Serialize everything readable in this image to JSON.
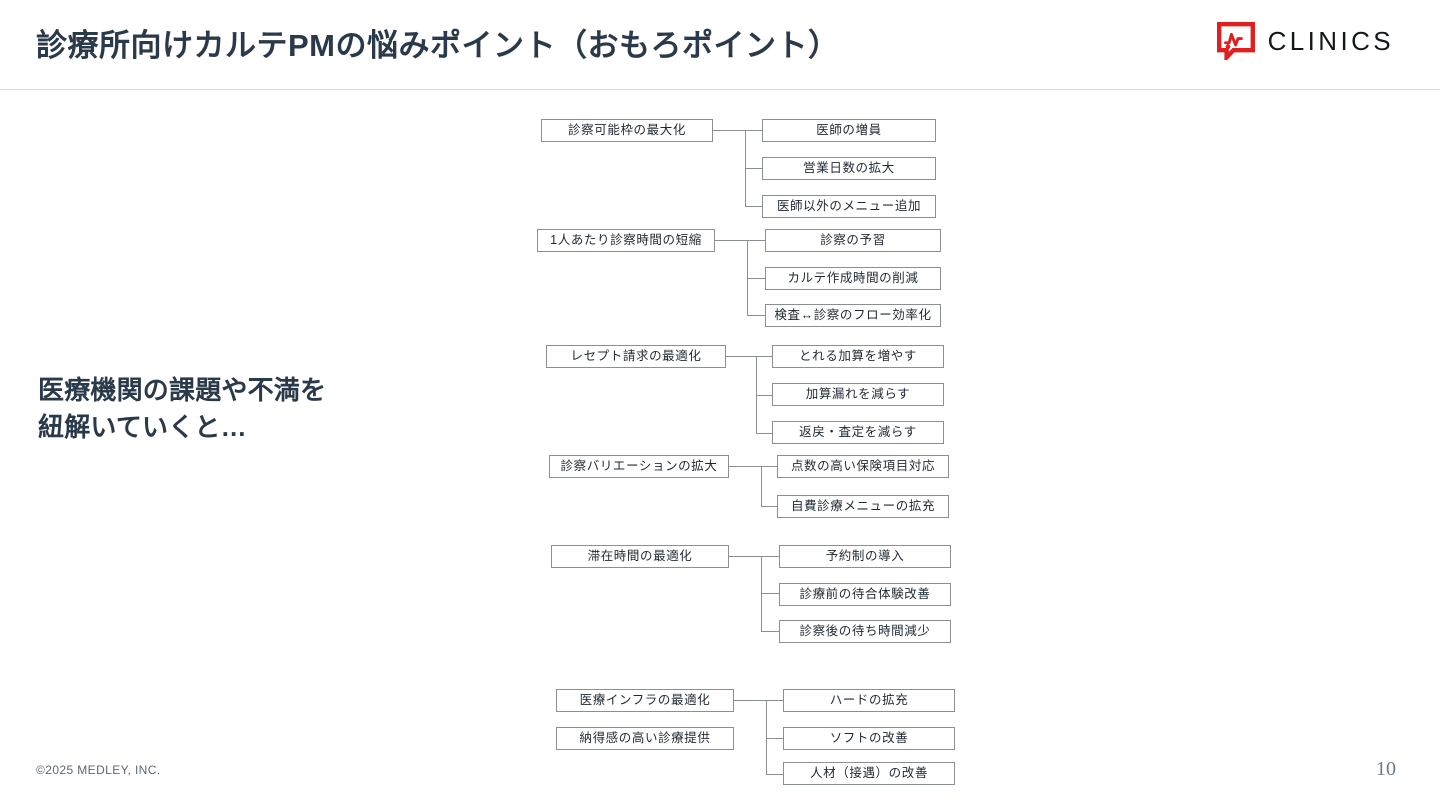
{
  "header": {
    "title": "診療所向けカルテPMの悩みポイント（おもろポイント）",
    "logo_word": "CLINICS",
    "logo_icon": "clinics-speech-bubble-logo",
    "brand_color": "#e02020",
    "title_color": "#2b3a4a"
  },
  "lead": {
    "line1": "医療機関の課題や不満を",
    "line2": "紐解いていくと…"
  },
  "footer": {
    "copyright": "©2025 MEDLEY, INC.",
    "page_number": "10"
  },
  "diagram": {
    "type": "tree",
    "groups": [
      {
        "parents": [
          "診察可能枠の最大化"
        ],
        "children": [
          "医師の増員",
          "営業日数の拡大",
          "医師以外のメニュー追加"
        ]
      },
      {
        "parents": [
          "1人あたり診察時間の短縮"
        ],
        "children": [
          "診察の予習",
          "カルテ作成時間の削減",
          "検査↔診察のフロー効率化"
        ]
      },
      {
        "parents": [
          "レセプト請求の最適化"
        ],
        "children": [
          "とれる加算を増やす",
          "加算漏れを減らす",
          "返戻・査定を減らす"
        ]
      },
      {
        "parents": [
          "診察バリエーションの拡大"
        ],
        "children": [
          "点数の高い保険項目対応",
          "自費診療メニューの拡充"
        ]
      },
      {
        "parents": [
          "滞在時間の最適化"
        ],
        "children": [
          "予約制の導入",
          "診療前の待合体験改善",
          "診察後の待ち時間減少"
        ]
      },
      {
        "parents": [
          "医療インフラの最適化",
          "納得感の高い診療提供"
        ],
        "children": [
          "ハードの拡充",
          "ソフトの改善",
          "人材（接遇）の改善"
        ]
      }
    ]
  }
}
